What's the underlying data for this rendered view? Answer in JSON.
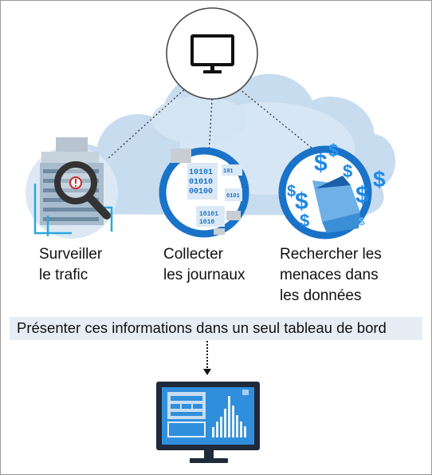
{
  "steps": [
    {
      "label": "Surveiller\nle trafic",
      "icon": "traffic-monitor-icon"
    },
    {
      "label": "Collecter\nles journaux",
      "icon": "log-collection-icon"
    },
    {
      "label": "Rechercher les\nmenaces dans\nles données",
      "icon": "threat-hunting-icon"
    }
  ],
  "banner": {
    "text": "Présenter ces informations dans un seul tableau de bord"
  },
  "binary": {
    "a": "10101",
    "b": "01010",
    "c": "00100",
    "d": "101",
    "e": "0101",
    "f": "1010"
  },
  "icons": {
    "top": "monitor-icon",
    "bottom": "dashboard-monitor-icon"
  },
  "colors": {
    "cloud": "#c7dcef",
    "cloud_dark": "#a9c8e6",
    "accent": "#1a73c8",
    "money": "#1e88e5",
    "banner": "#e6edf5"
  }
}
